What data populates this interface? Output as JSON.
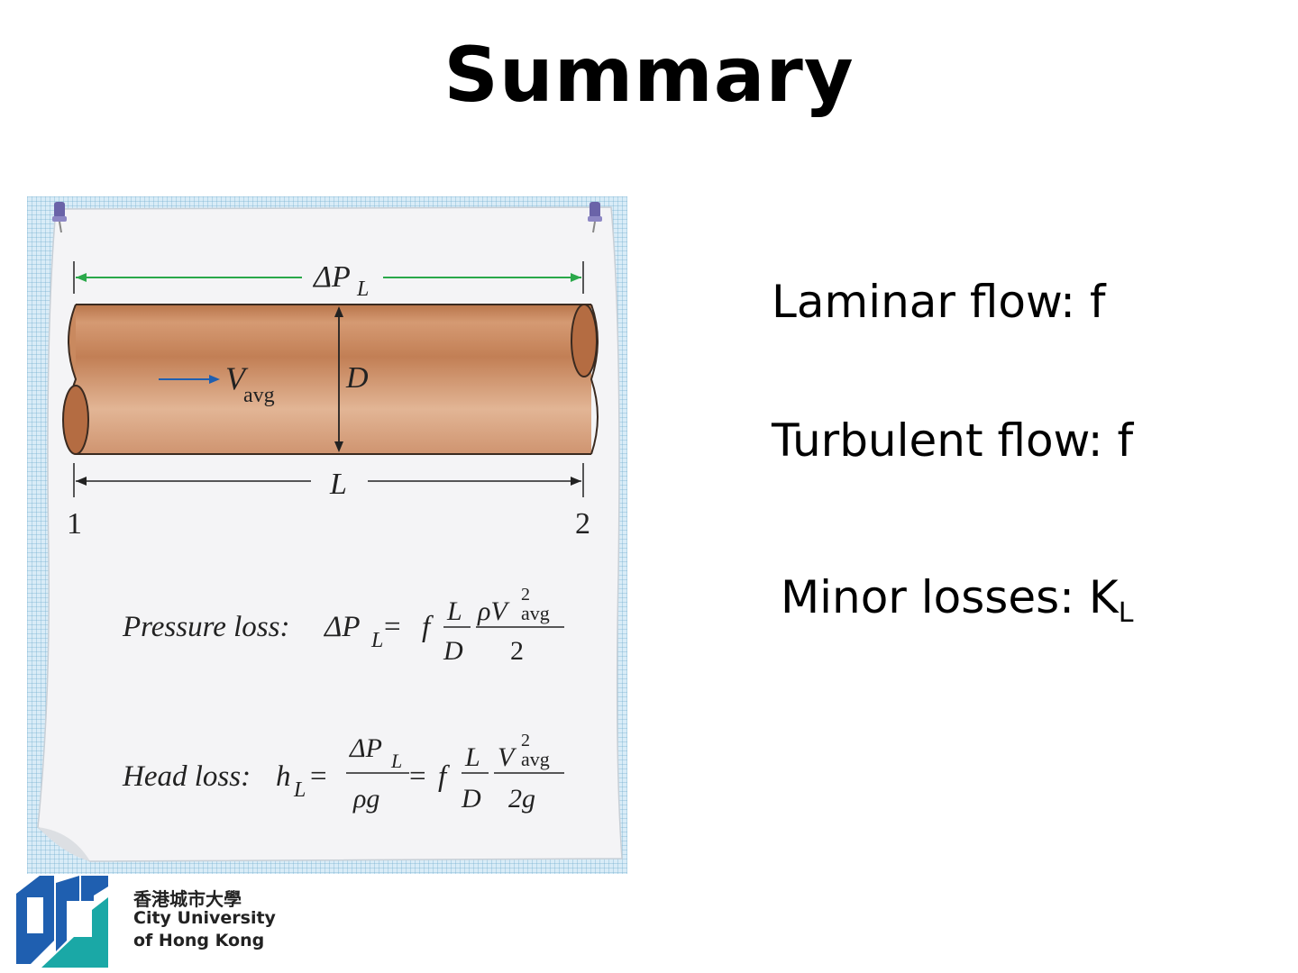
{
  "slide": {
    "title": "Summary"
  },
  "figure": {
    "pressure_drop_label": "ΔP",
    "pressure_drop_sub": "L",
    "velocity_label": "V",
    "velocity_sub": "avg",
    "diameter_label": "D",
    "length_label": "L",
    "station_1": "1",
    "station_2": "2",
    "pressure_loss_eq": {
      "lead": "Pressure loss: ",
      "lhs": "ΔP",
      "lhs_sub": "L",
      "eq": " = ",
      "factor": "f",
      "frac1_num": "L",
      "frac1_den": "D",
      "frac2_num": "ρV",
      "frac2_num_sup": "2",
      "frac2_num_sub": "avg",
      "frac2_den": "2"
    },
    "head_loss_eq": {
      "lead": "Head loss: ",
      "lhs": "h",
      "lhs_sub": "L",
      "eq": " = ",
      "frac1_num": "ΔP",
      "frac1_num_sub": "L",
      "frac1_den": "ρg",
      "eq2": " = ",
      "factor": "f",
      "frac2_num": "L",
      "frac2_den": "D",
      "frac3_num": "V",
      "frac3_num_sup": "2",
      "frac3_num_sub": "avg",
      "frac3_den": "2g"
    }
  },
  "bullets": {
    "laminar": "Laminar flow: f",
    "turbulent": "Turbulent flow: f",
    "minor_prefix": "Minor losses: K",
    "minor_sub": "L"
  },
  "logo": {
    "chinese_name": "香港城市大學",
    "english_line1": "City University",
    "english_line2": "of Hong Kong",
    "colors": {
      "blue": "#1f5fb0",
      "teal": "#1aa8a6"
    }
  }
}
